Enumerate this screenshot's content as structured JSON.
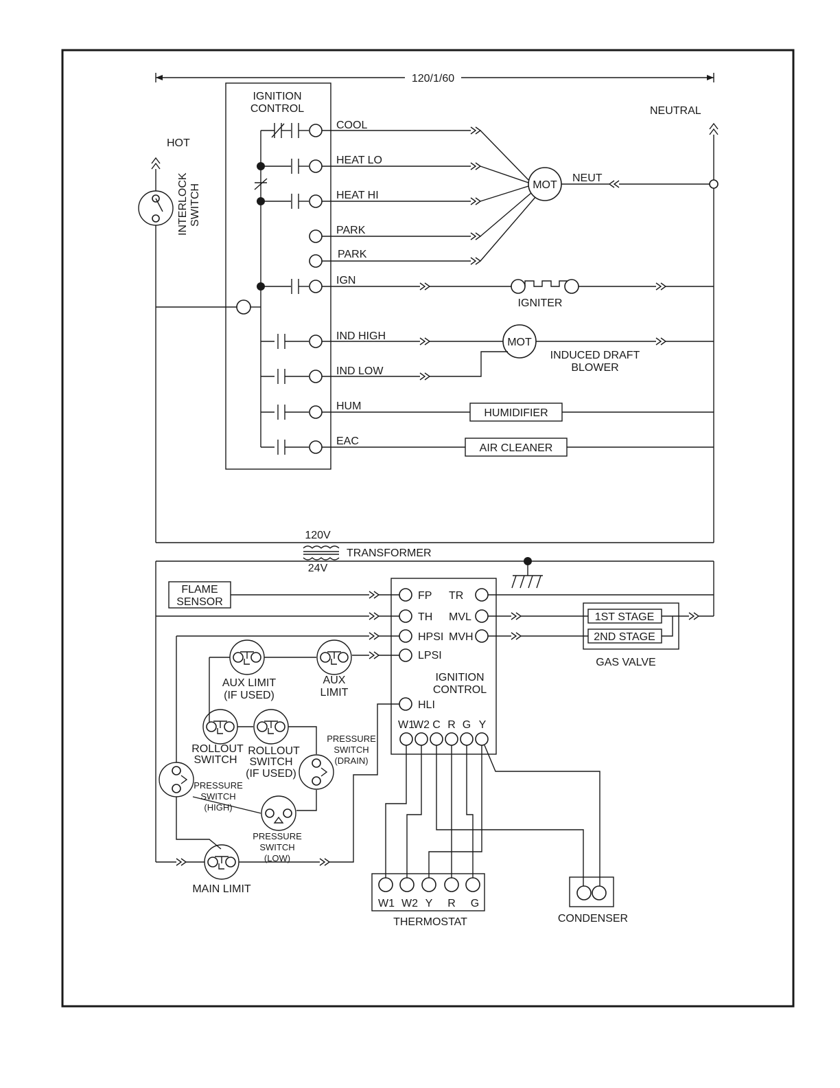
{
  "supply": {
    "voltage": "120/1/60",
    "hot": "HOT",
    "neutral": "NEUTRAL"
  },
  "interlock": {
    "label_1": "INTERLOCK",
    "label_2": "SWITCH"
  },
  "line_control": {
    "title_1": "IGNITION",
    "title_2": "CONTROL",
    "outputs": [
      "COOL",
      "HEAT LO",
      "HEAT HI",
      "PARK",
      "PARK",
      "IGN",
      "IND HIGH",
      "IND LOW",
      "HUM",
      "EAC"
    ]
  },
  "loads": {
    "blower_motor": "MOT",
    "neut": "NEUT",
    "igniter": "IGNITER",
    "inducer_motor": "MOT",
    "inducer_label_1": "INDUCED DRAFT",
    "inducer_label_2": "BLOWER",
    "humidifier": "HUMIDIFIER",
    "air_cleaner": "AIR CLEANER"
  },
  "transformer": {
    "primary": "120V",
    "secondary": "24V",
    "label": "TRANSFORMER"
  },
  "flame_sensor": {
    "line_1": "FLAME",
    "line_2": "SENSOR"
  },
  "low_voltage_control": {
    "terminals_left": [
      "FP",
      "TH",
      "HPSI",
      "LPSI",
      "HLI"
    ],
    "terminals_right": [
      "TR",
      "MVL",
      "MVH"
    ],
    "title_1": "IGNITION",
    "title_2": "CONTROL",
    "bottom_terminals": [
      "W1",
      "W2",
      "C",
      "R",
      "G",
      "Y"
    ]
  },
  "gas_valve": {
    "stage_1": "1ST STAGE",
    "stage_2": "2ND STAGE",
    "label": "GAS VALVE"
  },
  "switches": {
    "aux_limit_if_used_1": "AUX LIMIT",
    "aux_limit_if_used_2": "(IF USED)",
    "aux_limit_1": "AUX",
    "aux_limit_2": "LIMIT",
    "rollout_1": "ROLLOUT",
    "rollout_2": "SWITCH",
    "rollout_if_used_1": "ROLLOUT",
    "rollout_if_used_2": "SWITCH",
    "rollout_if_used_3": "(IF USED)",
    "pressure_drain_1": "PRESSURE",
    "pressure_drain_2": "SWITCH",
    "pressure_drain_3": "(DRAIN)",
    "pressure_high_1": "PRESSURE",
    "pressure_high_2": "SWITCH",
    "pressure_high_3": "(HIGH)",
    "pressure_low_1": "PRESSURE",
    "pressure_low_2": "SWITCH",
    "pressure_low_3": "(LOW)",
    "main_limit": "MAIN LIMIT"
  },
  "thermostat": {
    "terminals": [
      "W1",
      "W2",
      "Y",
      "R",
      "G"
    ],
    "label": "THERMOSTAT"
  },
  "condenser": {
    "label": "CONDENSER"
  }
}
